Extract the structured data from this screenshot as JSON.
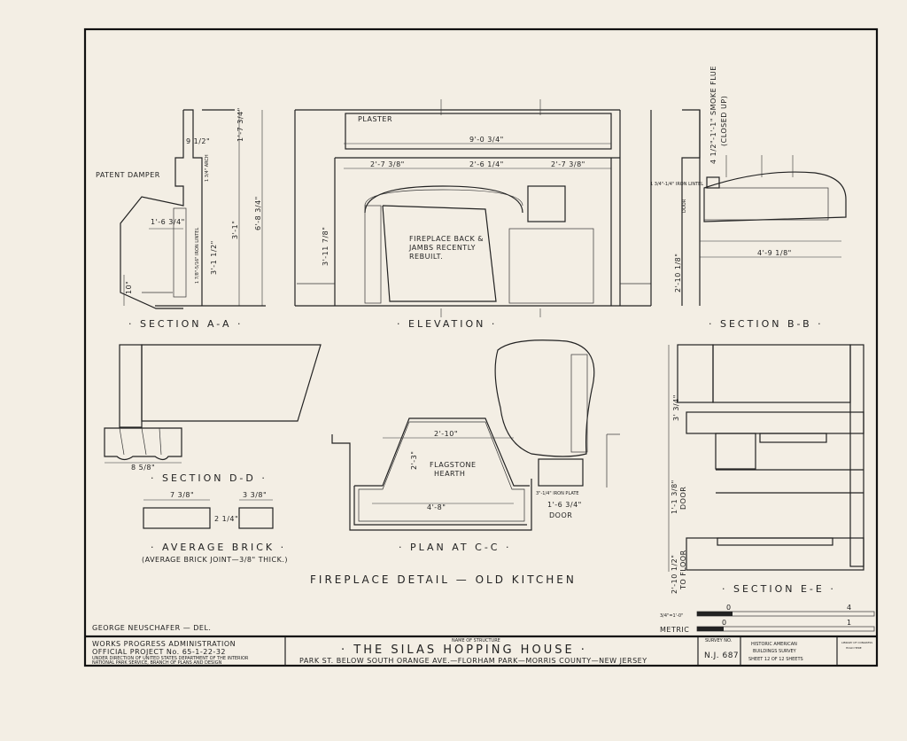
{
  "drawing": {
    "main_title": "FIREPLACE DETAIL — OLD KITCHEN",
    "delineator": "GEORGE NEUSCHAFER — DEL.",
    "sections": {
      "section_aa": "· SECTION A-A ·",
      "elevation": "· ELEVATION ·",
      "section_bb": "· SECTION B-B ·",
      "section_dd": "· SECTION D-D ·",
      "plan_cc": "· PLAN AT C-C ·",
      "section_ee": "· SECTION E-E ·",
      "average_brick": "· AVERAGE BRICK ·",
      "brick_joint": "(AVERAGE BRICK JOINT—3/8\" THICK.)"
    },
    "notes": {
      "patent_damper": "PATENT DAMPER",
      "plaster": "PLASTER",
      "fireplace_back_1": "FIREPLACE BACK &",
      "fireplace_back_2": "JAMBS RECENTLY",
      "fireplace_back_3": "REBUILT.",
      "smoke_flue_1": "4 1/2\"-1'-1\" SMOKE FLUE",
      "smoke_flue_2": "(CLOSED UP)",
      "iron_lintel_aa": "1 7/8\"-5/16\" IRON LINTEL",
      "iron_lintel_bb": "1 3/4\"-1/4\" IRON LINTEL",
      "arch": "1 3/4\" ARCH",
      "flagstone_1": "FLAGSTONE",
      "flagstone_2": "HEARTH",
      "iron_plate": "3\"-1/4\" IRON PLATE",
      "door": "DOOR",
      "to_floor": "TO FLOOR"
    },
    "dimensions": {
      "overall_width": "9'-0 3/4\"",
      "d_2_7a": "2'-7 3/8\"",
      "d_2_6": "2'-6 1/4\"",
      "d_2_7b": "2'-7 3/8\"",
      "d_3_1": "3'-1\"",
      "d_6_8": "6'-8 3/4\"",
      "d_3_1_half": "3'-1 1/2\"",
      "d_1_7": "1'-7 3/4\"",
      "d_1_6": "1'-6 3/4\"",
      "d_9_half": "9 1/2\"",
      "d_10": "10\"",
      "d_3_11": "3'-11 7/8\"",
      "d_4_9": "4'-9 1/8\"",
      "d_2_10": "2'-10 1/8\"",
      "d_2_10_plan": "2'-10\"",
      "d_2_3": "2'-3\"",
      "d_4_8": "4'-8\"",
      "d_1_6_plan": "1'-6 3/4\"",
      "d_8_dd": "8 5/8\"",
      "d_brick_len": "7 3/8\"",
      "d_brick_end": "3 3/8\"",
      "d_brick_h": "2 1/4\"",
      "d_3_3": "3' 3/4\"",
      "d_1_1": "1'-1 3/8\"",
      "d_2_10_ee": "2'-10 1/2\""
    },
    "scale": {
      "imperial_label": "3/4\"=1'-0\"",
      "metric_label": "METRIC",
      "tick_0": "0",
      "tick_4": "4",
      "tick_0b": "0",
      "tick_1": "1"
    }
  },
  "title_block": {
    "agency_1": "WORKS PROGRESS ADMINISTRATION",
    "agency_2": "OFFICIAL PROJECT No. 65-1-22-32",
    "agency_3": "UNDER DIRECTION OF UNITED STATES DEPARTMENT OF THE INTERIOR",
    "agency_4": "NATIONAL PARK SERVICE, BRANCH OF PLANS AND DESIGN",
    "name_label": "NAME OF STRUCTURE",
    "structure_name": "· THE SILAS HOPPING HOUSE ·",
    "location": "PARK ST. BELOW SOUTH ORANGE AVE.—FLORHAM PARK—MORRIS COUNTY—NEW JERSEY",
    "survey_label": "SURVEY NO.",
    "survey_no": "N.J. 687",
    "habs_1": "HISTORIC AMERICAN",
    "habs_2": "BUILDINGS SURVEY",
    "sheet": "SHEET 12 OF 12 SHEETS",
    "loc_1": "LIBRARY OF CONGRESS",
    "loc_2": "HOLD HERE"
  }
}
